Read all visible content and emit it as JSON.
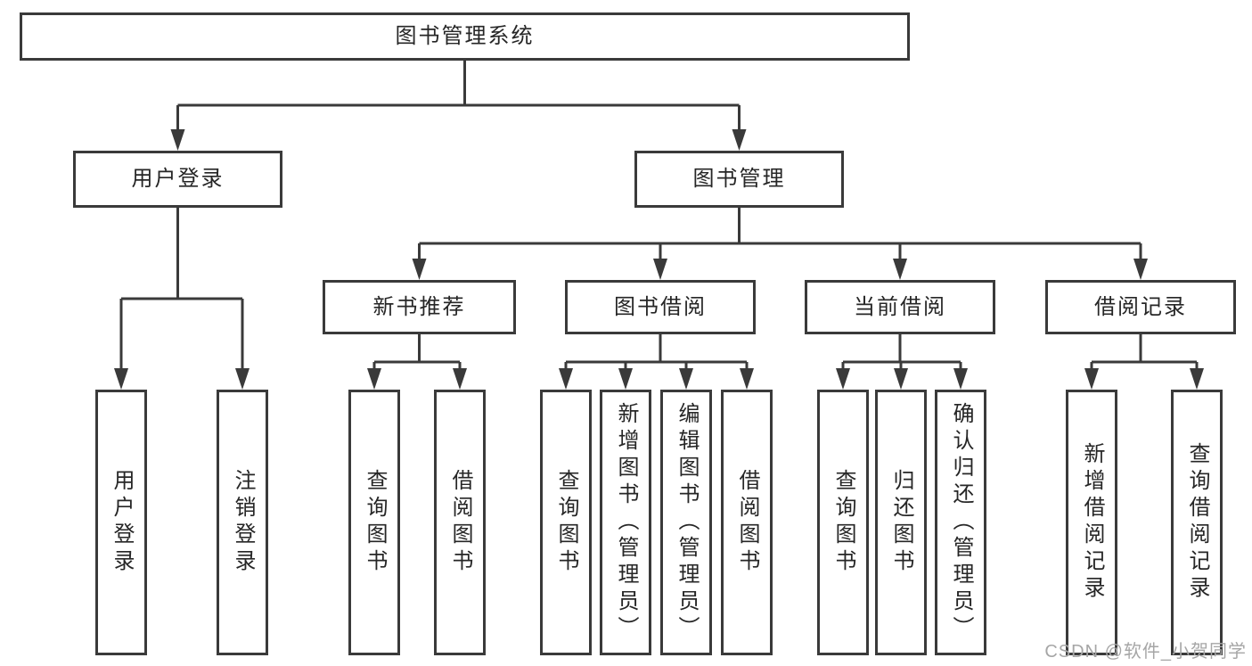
{
  "diagram": {
    "root": {
      "label": "图书管理系统"
    },
    "branches": [
      {
        "label": "用户登录",
        "children": [
          {
            "label": "用户登录"
          },
          {
            "label": "注销登录"
          }
        ]
      },
      {
        "label": "图书管理",
        "children": [
          {
            "label": "新书推荐",
            "children": [
              {
                "label": "查询图书"
              },
              {
                "label": "借阅图书"
              }
            ]
          },
          {
            "label": "图书借阅",
            "children": [
              {
                "label": "查询图书"
              },
              {
                "label": "新增图书（管理员）"
              },
              {
                "label": "编辑图书（管理员）"
              },
              {
                "label": "借阅图书"
              }
            ]
          },
          {
            "label": "当前借阅",
            "children": [
              {
                "label": "查询图书"
              },
              {
                "label": "归还图书"
              },
              {
                "label": "确认归还（管理员）"
              }
            ]
          },
          {
            "label": "借阅记录",
            "children": [
              {
                "label": "新增借阅记录"
              },
              {
                "label": "查询借阅记录"
              }
            ]
          }
        ]
      }
    ]
  },
  "watermark": {
    "text": "CSDN @软件_小贺同学"
  },
  "colors": {
    "line": "#3a3a3a",
    "text": "#262626",
    "background": "#ffffff",
    "watermark": "#a6a6a6"
  }
}
